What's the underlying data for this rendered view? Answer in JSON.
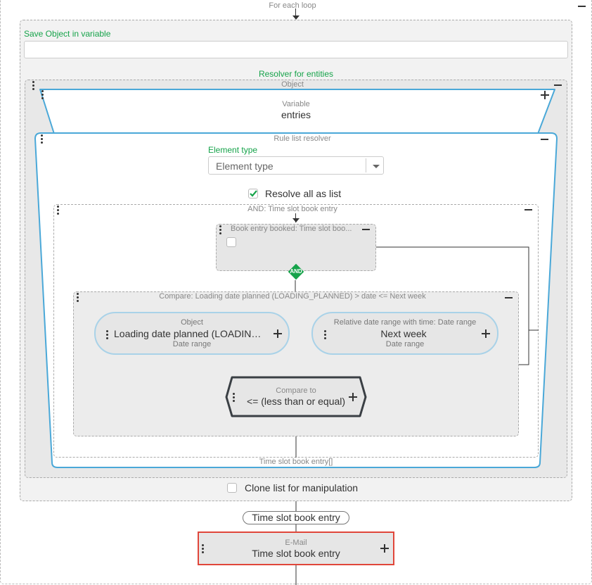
{
  "for_each_loop": {
    "title": "For each loop"
  },
  "save_object": {
    "label": "Save Object in variable",
    "value": ""
  },
  "resolver": {
    "label": "Resolver for entities"
  },
  "object_block": {
    "title": "Object"
  },
  "variable_block": {
    "subtitle": "Variable",
    "value": "entries"
  },
  "rule_list_resolver": {
    "title": "Rule list resolver",
    "element_type_label": "Element type",
    "element_type_placeholder": "Element type",
    "resolve_all_label": "Resolve all as list",
    "resolve_all_checked": true
  },
  "and_block": {
    "title": "AND: Time slot book entry",
    "and_badge": "AND"
  },
  "book_entry_block": {
    "title": "Book entry booked: Time slot boo..."
  },
  "compare_block": {
    "title": "Compare: Loading date planned (LOADING_PLANNED) > date <= Next week",
    "left": {
      "subtitle": "Object",
      "value": "Loading date planned (LOADING_PLANNED)",
      "type": "Date range"
    },
    "right": {
      "subtitle": "Relative date range with time: Date range",
      "value": "Next week",
      "type": "Date range"
    },
    "compare_to": {
      "subtitle": "Compare to",
      "value": "<= (less than or equal)"
    }
  },
  "output_type": "Time slot book entry[]",
  "clone_list": {
    "label": "Clone list for manipulation",
    "checked": false
  },
  "type_badge": "Time slot book entry",
  "email_block": {
    "subtitle": "E-Mail",
    "value": "Time slot book entry"
  },
  "colors": {
    "accent_blue": "#4aa8d8",
    "green": "#16a34a",
    "email_border": "#e0463a",
    "check_green": "#16a34a"
  }
}
